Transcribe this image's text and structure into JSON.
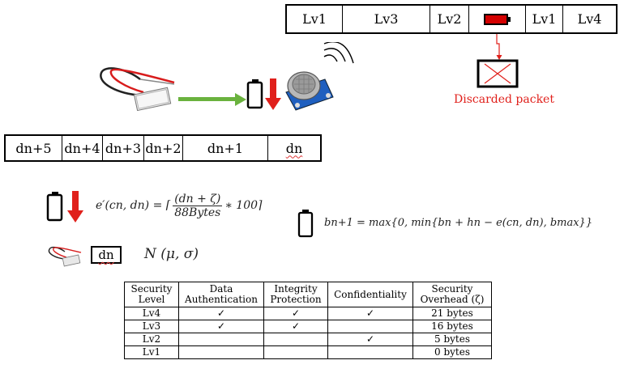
{
  "top_packet": {
    "cells": [
      "Lv1",
      "Lv3",
      "Lv2",
      "",
      "Lv1",
      "Lv4"
    ],
    "battery_icon": "red-battery-icon"
  },
  "discarded": {
    "label": "Discarded packet",
    "icon": "crossed-box-icon"
  },
  "data_stream": {
    "cells": [
      "dn+5",
      "dn+4",
      "dn+3",
      "dn+2",
      "dn+1",
      "dn"
    ]
  },
  "icons": {
    "thermo": "thermoelectric-harvester-icon",
    "arrow": "green-arrow-icon",
    "battery": "battery-icon",
    "down_arrow": "red-down-arrow-icon",
    "sensor": "gas-sensor-icon",
    "wireless": "wireless-signal-icon"
  },
  "formulas": {
    "energy_lhs": "e′(cn, dn) = ⌈",
    "energy_num": "(dn + ζ)",
    "energy_den": "88Bytes",
    "energy_rhs": "∗ 100⌉",
    "battery_update": "bn+1 = max{0, min{bn + hn − e(cn, dn), bmax}}",
    "distribution": "N (μ, σ)",
    "dn_box": "dn"
  },
  "table": {
    "headers": [
      "Security\nLevel",
      "Data\nAuthentication",
      "Integrity\nProtection",
      "Confidentiality",
      "Security\nOverhead (ζ)"
    ],
    "rows": [
      [
        "Lv4",
        "✓",
        "✓",
        "✓",
        "21 bytes"
      ],
      [
        "Lv3",
        "✓",
        "✓",
        "",
        "16 bytes"
      ],
      [
        "Lv2",
        "",
        "",
        "✓",
        "5 bytes"
      ],
      [
        "Lv1",
        "",
        "",
        "",
        "0 bytes"
      ]
    ]
  }
}
